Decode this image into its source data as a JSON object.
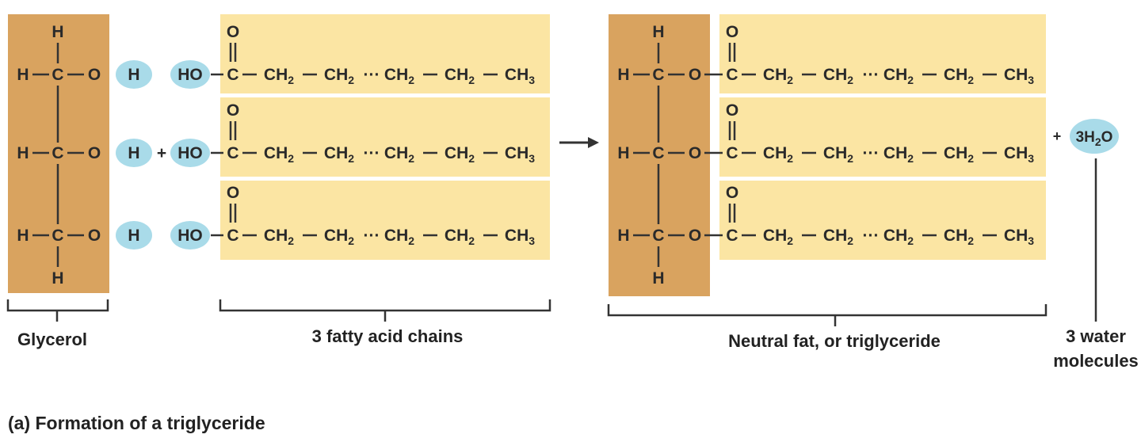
{
  "colors": {
    "glycerol_block": "#d9a35f",
    "fatty_acid_block": "#fbe5a3",
    "oval": "#a9dbe9",
    "text": "#222222"
  },
  "atoms": {
    "H": "H",
    "C": "C",
    "O": "O",
    "HO": "HO",
    "CH": "CH",
    "CH3_sub": "3",
    "CH2_sub": "2",
    "dots": "···",
    "plus": "+"
  },
  "water": {
    "prefix": "3H",
    "sub": "2",
    "suffix": "O",
    "plus": "+"
  },
  "arrow": "→",
  "labels": {
    "glycerol": "Glycerol",
    "fatty_acids": "3 fatty acid chains",
    "triglyceride": "Neutral fat, or triglyceride",
    "water_line1": "3 water",
    "water_line2": "molecules"
  },
  "caption": "(a) Formation of a triglyceride"
}
